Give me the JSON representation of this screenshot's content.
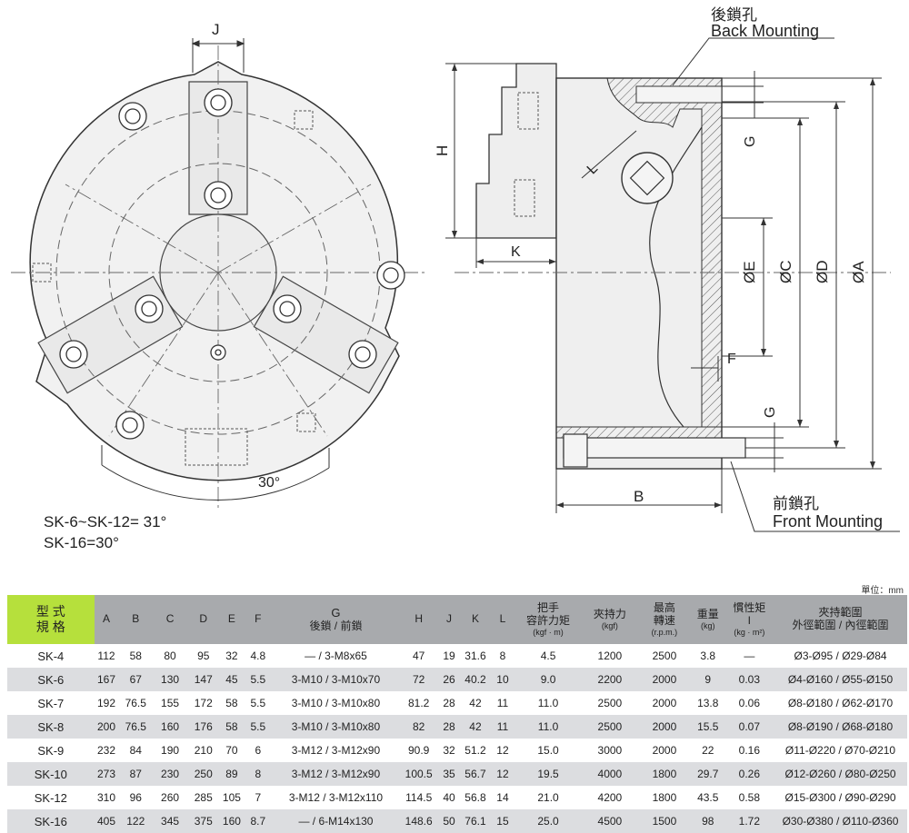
{
  "drawing": {
    "front_view": {
      "dim_J": "J",
      "angle_label": "30°",
      "note_line1": "SK-6~SK-12= 31°",
      "note_line2": "SK-16=30°"
    },
    "side_view": {
      "back_mount_cn": "後鎖孔",
      "back_mount_en": "Back Mounting",
      "front_mount_cn": "前鎖孔",
      "front_mount_en": "Front Mounting",
      "dim_H": "H",
      "dim_K": "K",
      "dim_L": "L",
      "dim_G_top": "G",
      "dim_G_bottom": "G",
      "dim_E": "ØE",
      "dim_C": "ØC",
      "dim_D": "ØD",
      "dim_A": "ØA",
      "dim_F": "F",
      "dim_B": "B"
    }
  },
  "table": {
    "unit": "單位：mm",
    "headers": {
      "model_line1": "型 式",
      "model_line2": "規 格",
      "A": "A",
      "B": "B",
      "C": "C",
      "D": "D",
      "E": "E",
      "F": "F",
      "G_line1": "G",
      "G_line2": "後鎖 / 前鎖",
      "H": "H",
      "J": "J",
      "K": "K",
      "L": "L",
      "torque_line1": "把手",
      "torque_line2": "容許力矩",
      "torque_unit": "(kgf · m)",
      "clamp_line1": "夾持力",
      "clamp_unit": "(kgf)",
      "speed_line1": "最高",
      "speed_line2": "轉速",
      "speed_unit": "(r.p.m.)",
      "weight_line1": "重量",
      "weight_unit": "(kg)",
      "inertia_line1": "慣性矩",
      "inertia_line2": "I",
      "inertia_unit": "(kg · m²)",
      "range_line1": "夾持範圍",
      "range_line2": "外徑範圍 / 內徑範圍"
    },
    "rows": [
      [
        "SK-4",
        "112",
        "58",
        "80",
        "95",
        "32",
        "4.8",
        "— / 3-M8x65",
        "47",
        "19",
        "31.6",
        "8",
        "4.5",
        "1200",
        "2500",
        "3.8",
        "—",
        "Ø3-Ø95 / Ø29-Ø84"
      ],
      [
        "SK-6",
        "167",
        "67",
        "130",
        "147",
        "45",
        "5.5",
        "3-M10 / 3-M10x70",
        "72",
        "26",
        "40.2",
        "10",
        "9.0",
        "2200",
        "2000",
        "9",
        "0.03",
        "Ø4-Ø160 / Ø55-Ø150"
      ],
      [
        "SK-7",
        "192",
        "76.5",
        "155",
        "172",
        "58",
        "5.5",
        "3-M10 / 3-M10x80",
        "81.2",
        "28",
        "42",
        "11",
        "11.0",
        "2500",
        "2000",
        "13.8",
        "0.06",
        "Ø8-Ø180 / Ø62-Ø170"
      ],
      [
        "SK-8",
        "200",
        "76.5",
        "160",
        "176",
        "58",
        "5.5",
        "3-M10 / 3-M10x80",
        "82",
        "28",
        "42",
        "11",
        "11.0",
        "2500",
        "2000",
        "15.5",
        "0.07",
        "Ø8-Ø190 / Ø68-Ø180"
      ],
      [
        "SK-9",
        "232",
        "84",
        "190",
        "210",
        "70",
        "6",
        "3-M12 / 3-M12x90",
        "90.9",
        "32",
        "51.2",
        "12",
        "15.0",
        "3000",
        "2000",
        "22",
        "0.16",
        "Ø11-Ø220 / Ø70-Ø210"
      ],
      [
        "SK-10",
        "273",
        "87",
        "230",
        "250",
        "89",
        "8",
        "3-M12 / 3-M12x90",
        "100.5",
        "35",
        "56.7",
        "12",
        "19.5",
        "4000",
        "1800",
        "29.7",
        "0.26",
        "Ø12-Ø260 / Ø80-Ø250"
      ],
      [
        "SK-12",
        "310",
        "96",
        "260",
        "285",
        "105",
        "7",
        "3-M12 / 3-M12x110",
        "114.5",
        "40",
        "56.8",
        "14",
        "21.0",
        "4200",
        "1800",
        "43.5",
        "0.58",
        "Ø15-Ø300 / Ø90-Ø290"
      ],
      [
        "SK-16",
        "405",
        "122",
        "345",
        "375",
        "160",
        "8.7",
        "— / 6-M14x130",
        "148.6",
        "50",
        "76.1",
        "15",
        "25.0",
        "4500",
        "1500",
        "98",
        "1.72",
        "Ø30-Ø380 / Ø110-Ø360"
      ]
    ]
  }
}
